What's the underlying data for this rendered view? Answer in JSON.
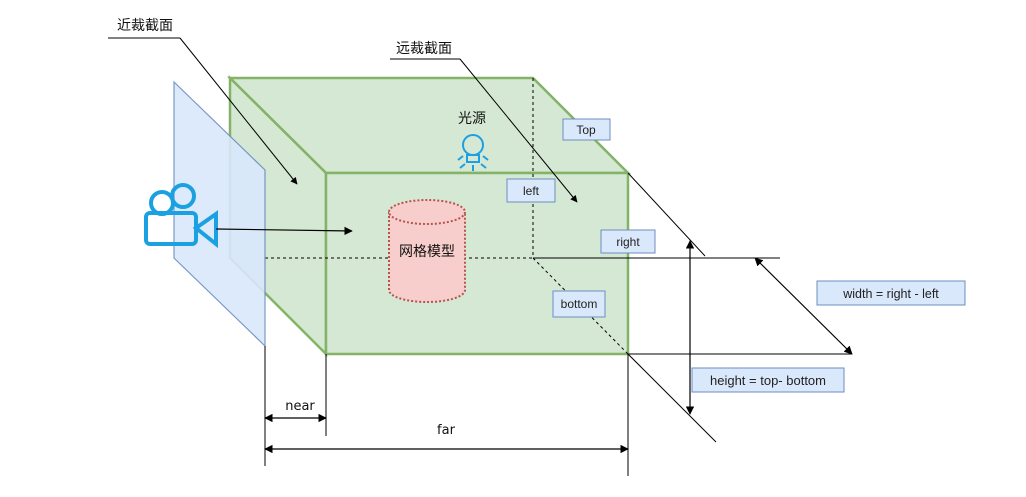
{
  "labels": {
    "near_plane": "近裁截面",
    "far_plane": "远裁截面",
    "light": "光源",
    "mesh": "网格模型",
    "top": "Top",
    "left": "left",
    "right": "right",
    "bottom": "bottom",
    "width_formula": "width = right - left",
    "height_formula": "height = top- bottom",
    "near": "near",
    "far": "far"
  },
  "icons": {
    "camera": "video-camera-icon",
    "light": "light-bulb-icon"
  },
  "colors": {
    "frustum_fill": "#d5e8d4",
    "frustum_stroke": "#82b366",
    "plane_fill": "#dae8fc",
    "plane_stroke": "#6c8ebf",
    "cylinder_fill": "#f8cecc",
    "cylinder_stroke": "#b85450",
    "label_box_fill": "#dae8fc",
    "label_box_stroke": "#6c8ebf",
    "icon_color": "#1ba1e2"
  }
}
